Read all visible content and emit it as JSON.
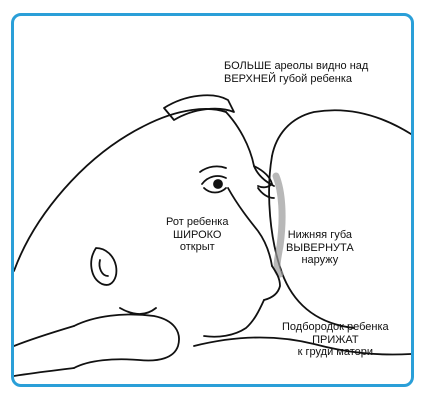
{
  "labels": {
    "areola": {
      "line1": "БОЛЬШЕ ареолы видно над",
      "line2": "ВЕРХНЕЙ губой ребенка"
    },
    "mouth": {
      "line1": "Рот ребенка",
      "line2": "ШИРОКО",
      "line3": "открыт"
    },
    "lower_lip": {
      "line1": "Нижняя губа",
      "line2": "ВЫВЕРНУТА",
      "line3": "наружу"
    },
    "chin": {
      "line1": "Подбородок ребенка",
      "line2": "ПРИЖАТ",
      "line3": "к груди матери"
    }
  },
  "colors": {
    "frame_border": "#2a9fd8",
    "ink": "#111111",
    "areola_shade": "#9a9a9a"
  }
}
